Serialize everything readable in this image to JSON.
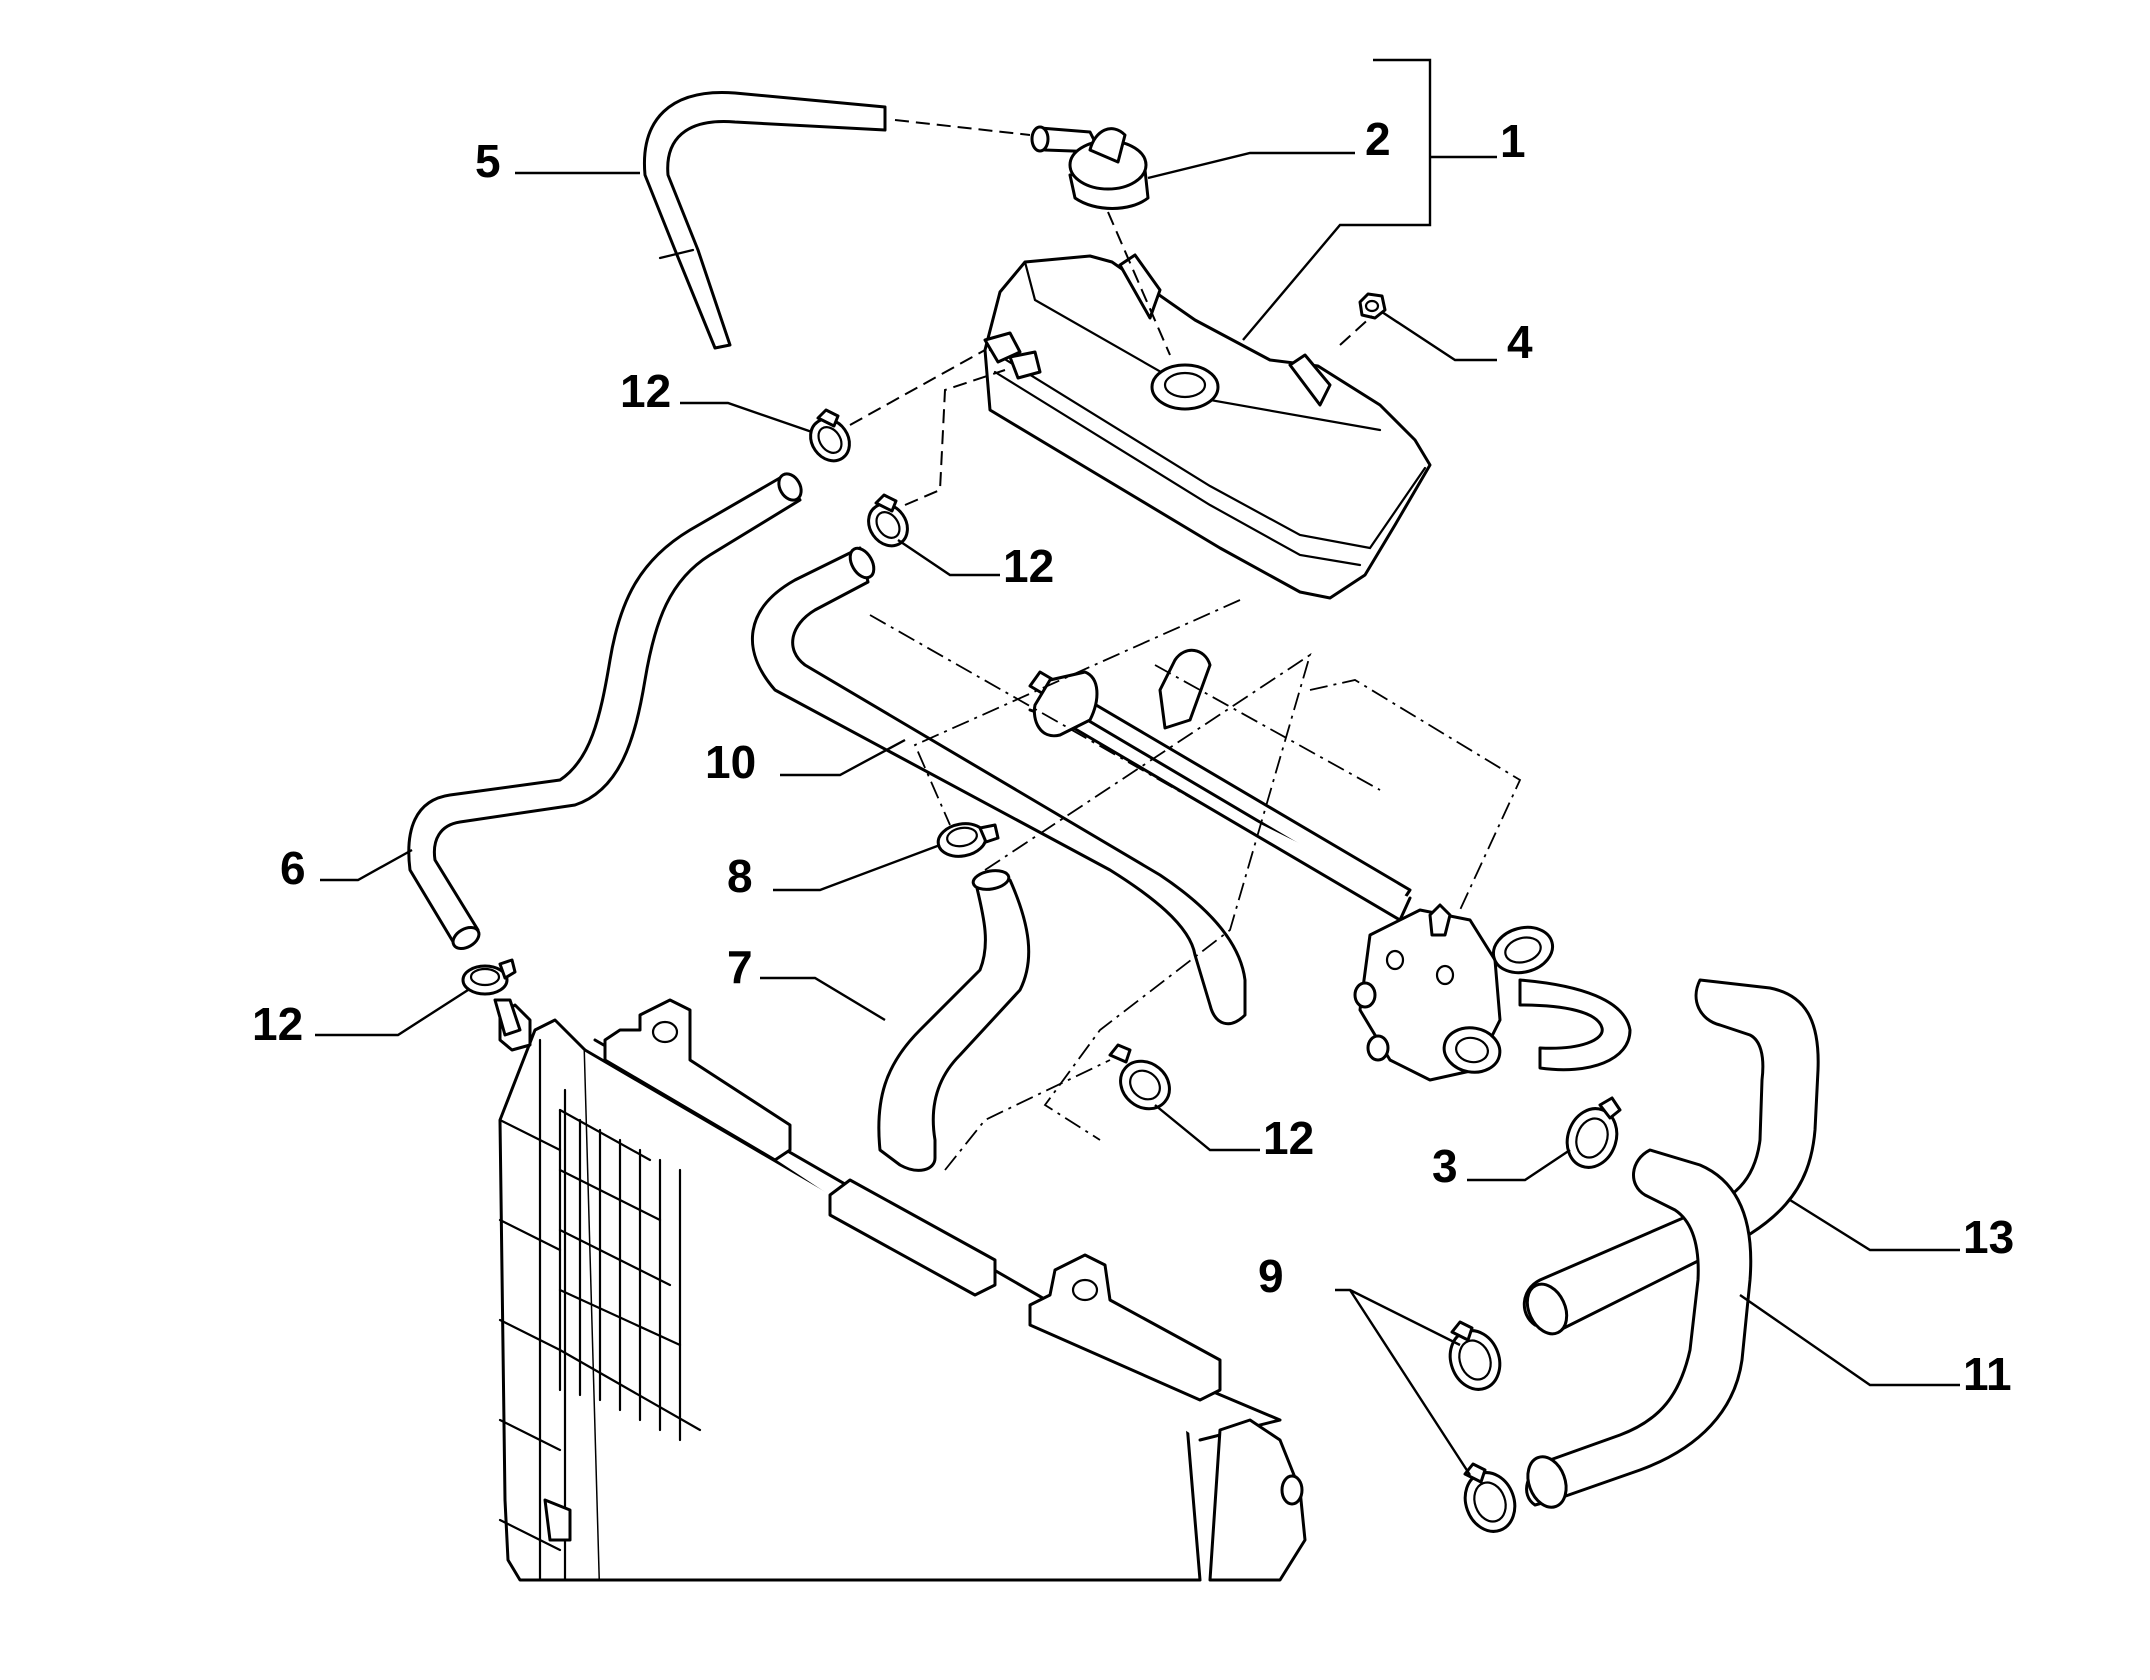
{
  "callouts": {
    "c1": "1",
    "c2": "2",
    "c3": "3",
    "c4": "4",
    "c5": "5",
    "c6": "6",
    "c7": "7",
    "c8": "8",
    "c9": "9",
    "c10": "10",
    "c11": "11",
    "c12a": "12",
    "c12b": "12",
    "c12c": "12",
    "c12d": "12",
    "c13": "13"
  },
  "colors": {
    "line": "#000000",
    "background": "#ffffff"
  }
}
